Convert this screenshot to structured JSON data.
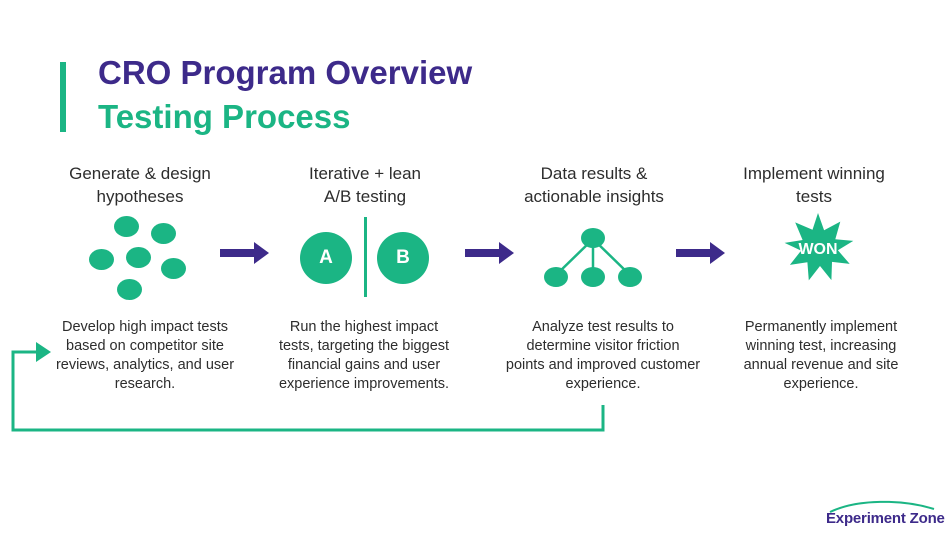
{
  "header": {
    "title": "CRO Program Overview",
    "subtitle": "Testing Process"
  },
  "steps": [
    {
      "title_lines": [
        "Generate & design",
        "hypotheses"
      ],
      "desc_lines": [
        "Develop high impact tests",
        "based on competitor site",
        "reviews, analytics, and user",
        "research."
      ]
    },
    {
      "title_lines": [
        "Iterative + lean",
        "A/B testing"
      ],
      "desc_lines": [
        "Run the highest impact",
        "tests, targeting the biggest",
        "financial gains and user",
        "experience improvements."
      ],
      "variant_a": "A",
      "variant_b": "B"
    },
    {
      "title_lines": [
        "Data results &",
        "actionable  insights"
      ],
      "desc_lines": [
        "Analyze test results to",
        "determine visitor friction",
        "points and improved customer",
        "experience."
      ]
    },
    {
      "title_lines": [
        "Implement winning",
        "tests"
      ],
      "desc_lines": [
        "Permanently implement",
        "winning test, increasing",
        "annual revenue and site",
        "experience."
      ],
      "badge": "WON"
    }
  ],
  "logo": {
    "text": "Experiment Zone"
  },
  "colors": {
    "green": "#1bb584",
    "purple": "#3d2a8a",
    "text": "#2d2d2d"
  },
  "icons": [
    "blob-cluster-icon",
    "arrow-right-icon",
    "ab-split-icon",
    "tree-node-icon",
    "star-badge-icon",
    "loop-back-arrow-icon"
  ]
}
